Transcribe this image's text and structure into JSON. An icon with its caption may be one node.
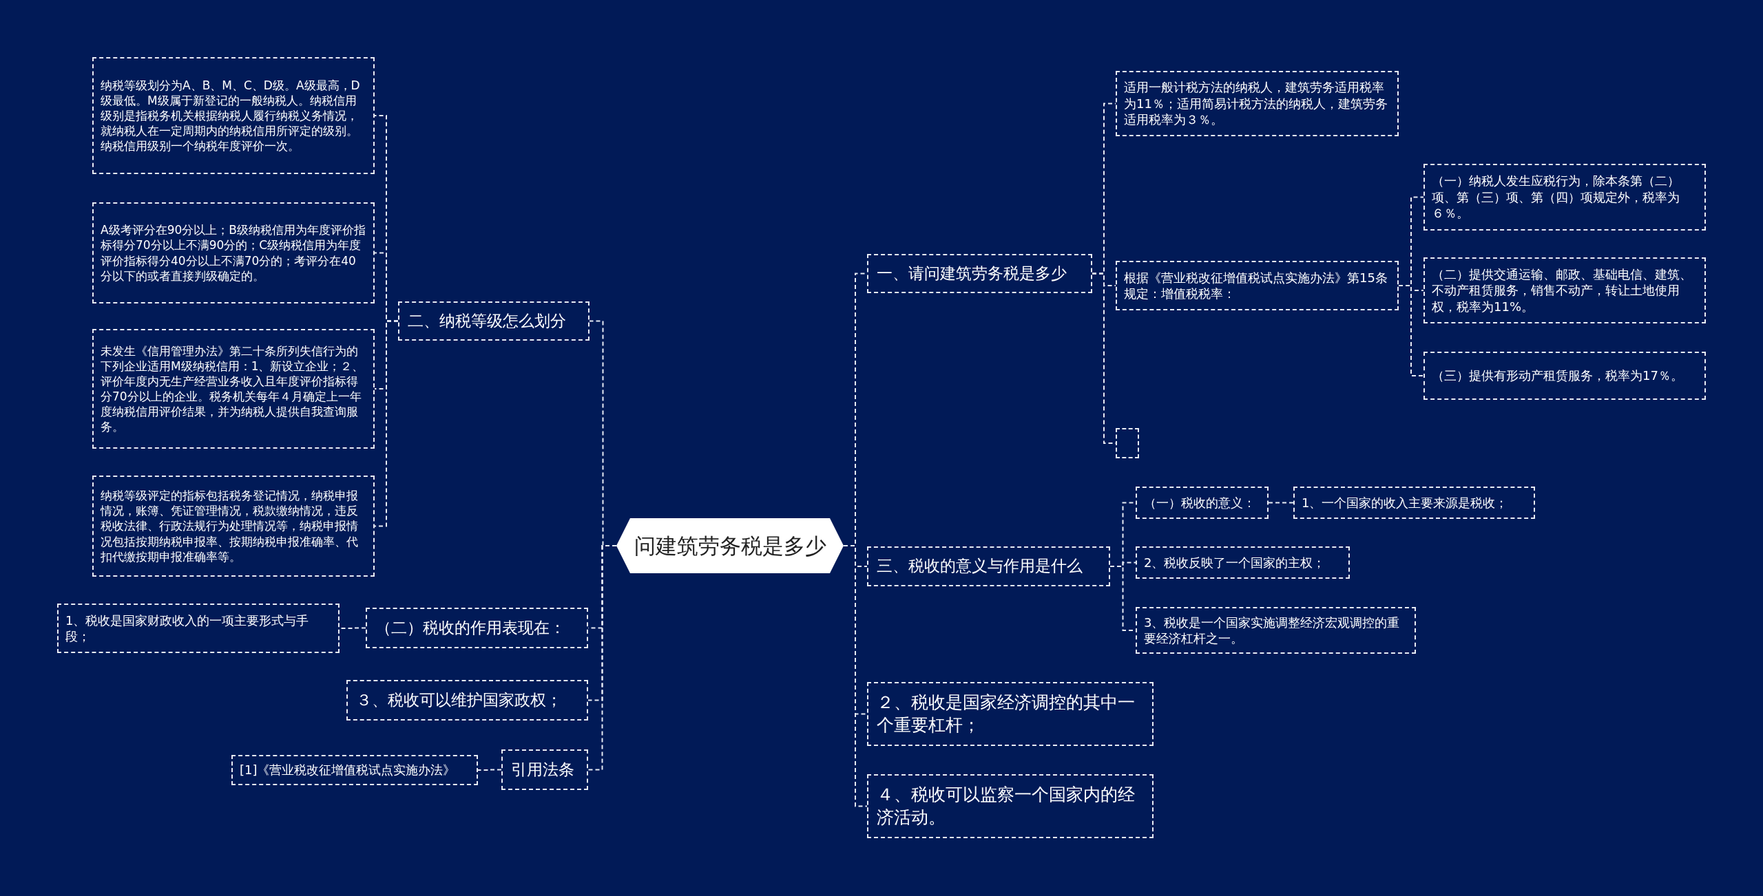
{
  "diagram": {
    "nodes": [
      {
        "text": [
          "问建筑劳务税是多少"
        ]
      },
      {
        "text": [
          "一、请问建筑劳务税是多少"
        ]
      },
      {
        "text": [
          "适用一般计税方法的纳税人，建筑劳务适用税率为11％；适用简易计税方法的纳税人，建筑劳务适用税率为３％。"
        ]
      },
      {
        "text": [
          "根据《营业税改征增值税试点实施办法》第15条规定：增值税税率："
        ]
      },
      {
        "text": [
          "（一）纳税人发生应税行为，除本条第（二）项、第（三）项、第（四）项规定外，税率为６％。"
        ]
      },
      {
        "text": [
          "（二）提供交通运输、邮政、基础电信、建筑、不动产租赁服务，销售不动产，转让土地使用权，税率为11%。"
        ]
      },
      {
        "text": [
          "（三）提供有形动产租赁服务，税率为17％。"
        ]
      },
      {
        "text": [],
        "shape": "box"
      },
      {
        "text": [
          "三、税收的意义与作用是什么"
        ]
      },
      {
        "text": [
          "（一）税收的意义："
        ]
      },
      {
        "text": [
          "1、一个国家的收入主要来源是税收；"
        ]
      },
      {
        "text": [
          "2、税收反映了一个国家的主权；"
        ]
      },
      {
        "text": [
          "3、税收是一个国家实施调整经济宏观调控的重要经济杠杆之一。"
        ]
      },
      {
        "text": [
          "２、税收是国家经济调控的其中一个重要杠杆；"
        ]
      },
      {
        "text": [
          "４、税收可以监察一个国家内的经济活动。"
        ]
      },
      {
        "text": [
          "二、纳税等级怎么划分"
        ]
      },
      {
        "text": [
          "纳税等级划分为A、B、M、C、D级。A级最高，D级最低。M级属于新登记的一般纳税人。纳税信用级别是指税务机关根据纳税人履行纳税义务情况，就纳税人在一定周期内的纳税信用所评定的级别。纳税信用级别一个纳税年度评价一次。"
        ]
      },
      {
        "text": [
          "A级考评分在90分以上；B级纳税信用为年度评价指标得分70分以上不满90分的；C级纳税信用为年度评价指标得分40分以上不满70分的；考评分在40分以下的或者直接判级确定的。"
        ]
      },
      {
        "text": [
          "未发生《信用管理办法》第二十条所列失信行为的下列企业适用M级纳税信用：1、新设立企业；２、评价年度内无生产经营业务收入且年度评价指标得分70分以上的企业。税务机关每年４月确定上一年度纳税信用评价结果，并为纳税人提供自我查询服务。"
        ]
      },
      {
        "text": [
          "纳税等级评定的指标包括税务登记情况，纳税申报情况，账簿、凭证管理情况，税款缴纳情况，违反税收法律、行政法规行为处理情况等，纳税申报情况包括按期纳税申报率、按期纳税申报准确率、代扣代缴按期申报准确率等。"
        ]
      },
      {
        "text": [
          "（二）税收的作用表现在："
        ]
      },
      {
        "text": [
          "1、税收是国家财政收入的一项主要形式与手段；"
        ]
      },
      {
        "text": [
          "３、税收可以维护国家政权；"
        ]
      },
      {
        "text": [
          "引用法条"
        ]
      },
      {
        "text": [
          "[1]《营业税改征增值税试点实施办法》"
        ]
      }
    ],
    "edges": [
      {
        "from": 0,
        "to": 1,
        "arrow": "none"
      },
      {
        "from": 0,
        "to": 8,
        "arrow": "none"
      },
      {
        "from": 0,
        "to": 13,
        "arrow": "none"
      },
      {
        "from": 0,
        "to": 14,
        "arrow": "none"
      },
      {
        "from": 0,
        "to": 15,
        "arrow": "none"
      },
      {
        "from": 0,
        "to": 20,
        "arrow": "none"
      },
      {
        "from": 0,
        "to": 22,
        "arrow": "none"
      },
      {
        "from": 0,
        "to": 23,
        "arrow": "none"
      },
      {
        "from": 1,
        "to": 2,
        "arrow": "none"
      },
      {
        "from": 1,
        "to": 3,
        "arrow": "none"
      },
      {
        "from": 1,
        "to": 7,
        "arrow": "none"
      },
      {
        "from": 3,
        "to": 4,
        "arrow": "none"
      },
      {
        "from": 3,
        "to": 5,
        "arrow": "none"
      },
      {
        "from": 3,
        "to": 6,
        "arrow": "none"
      },
      {
        "from": 8,
        "to": 9,
        "arrow": "none"
      },
      {
        "from": 8,
        "to": 11,
        "arrow": "none"
      },
      {
        "from": 8,
        "to": 12,
        "arrow": "none"
      },
      {
        "from": 9,
        "to": 10,
        "arrow": "none"
      },
      {
        "from": 15,
        "to": 16,
        "arrow": "none"
      },
      {
        "from": 15,
        "to": 17,
        "arrow": "none"
      },
      {
        "from": 15,
        "to": 18,
        "arrow": "none"
      },
      {
        "from": 15,
        "to": 19,
        "arrow": "none"
      },
      {
        "from": 20,
        "to": 21,
        "arrow": "none"
      },
      {
        "from": 23,
        "to": 24,
        "arrow": "none"
      }
    ]
  }
}
